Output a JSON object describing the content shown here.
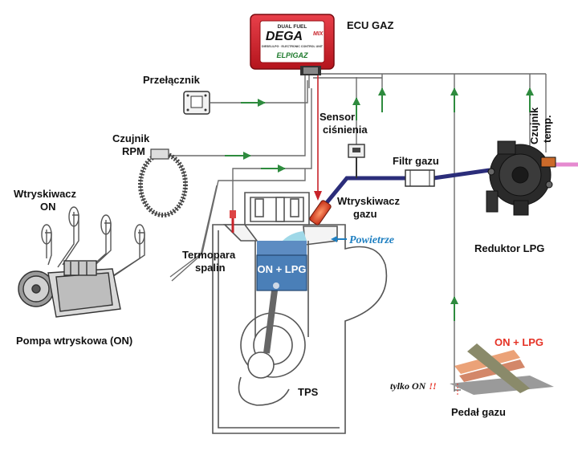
{
  "labels": {
    "ecu": "ECU GAZ",
    "switch": "Przełącznik",
    "rpm_line1": "Czujnik",
    "rpm_line2": "RPM",
    "diesel_inj_line1": "Wtryskiwacz",
    "diesel_inj_line2": "ON",
    "pressure_sensor_line1": "Sensor",
    "pressure_sensor_line2": "ciśnienia",
    "gas_filter": "Filtr gazu",
    "temp_sensor_line1": "Czujnik",
    "temp_sensor_line2": "temp.",
    "gas_injector_line1": "Wtryskiwacz",
    "gas_injector_line2": "gazu",
    "air": "Powietrze",
    "thermocouple_line1": "Termopara",
    "thermocouple_line2": "spalin",
    "reducer": "Reduktor LPG",
    "injection_pump": "Pompa wtryskowa (ON)",
    "tps": "TPS",
    "gas_pedal": "Pedał gazu",
    "only_on": "tylko ON",
    "only_on_mark": "!!",
    "pedal_on_lpg": "ON + LPG",
    "cylinder_on_lpg": "ON + LPG"
  },
  "ecu_box": {
    "top_text": "DUAL FUEL",
    "brand": "DEGA",
    "brand_suffix": "MIX",
    "small_text": "DIESEL/LPG · ELECTRONIC CONTROL UNIT",
    "maker": "ELPIGAZ"
  },
  "colors": {
    "signal_arrow": "#2e8b3e",
    "gas_line": "#2b2d7a",
    "ecu_red": "#d8232a",
    "air_blue": "#1e7fc1",
    "pedal_red": "#e53225",
    "cylinder_fill": "#4a7fb8"
  }
}
